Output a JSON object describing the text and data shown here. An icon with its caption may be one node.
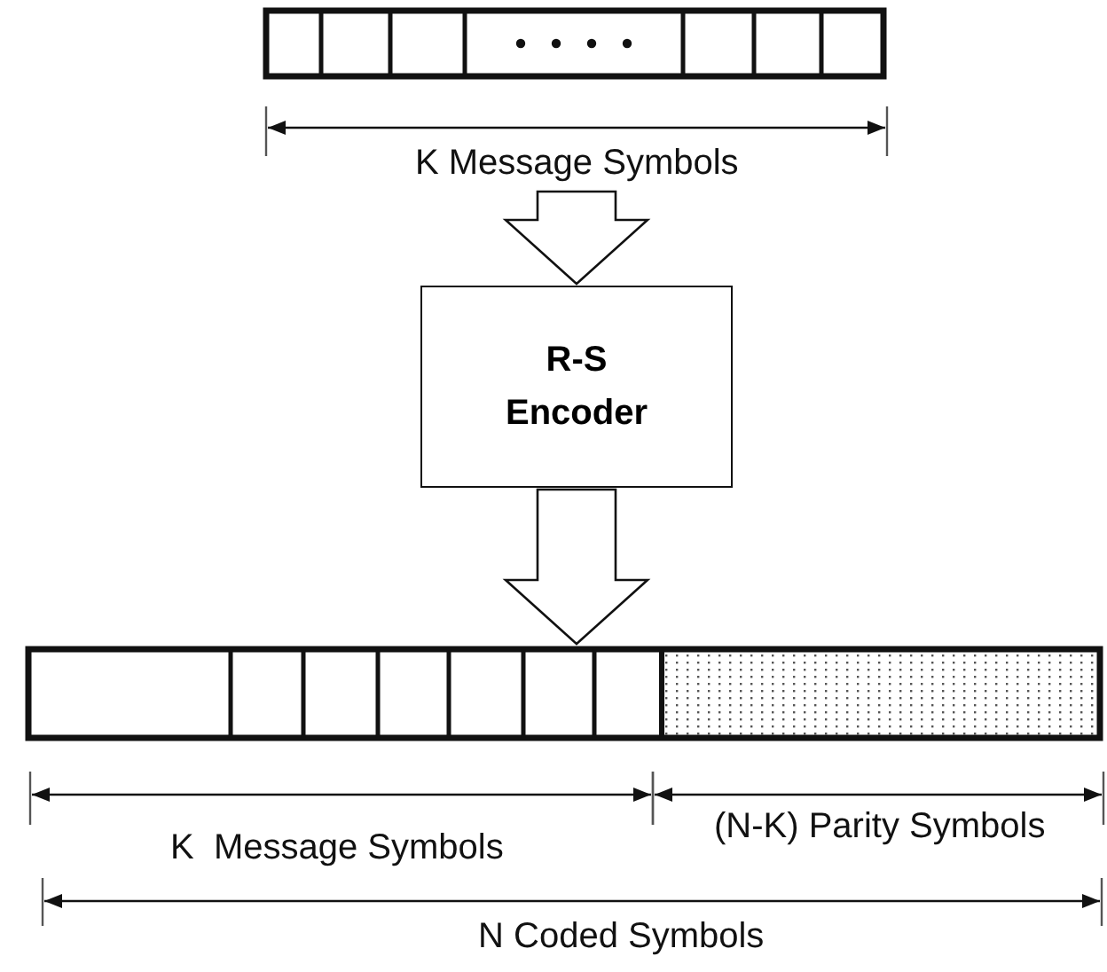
{
  "diagram": {
    "nodes": [
      {
        "text": [],
        "shape": "bar"
      },
      {
        "text": [
          "R-S Encoder"
        ]
      },
      {
        "text": [],
        "shape": "bar"
      }
    ],
    "edges": [
      {
        "from": 0,
        "to": 1,
        "arrow": "to"
      },
      {
        "from": 1,
        "to": 2,
        "arrow": "to"
      }
    ],
    "labels": [
      "K Message Symbols",
      "K  Message Symbols",
      "(N-K) Parity Symbols",
      "N Coded Symbols"
    ]
  }
}
